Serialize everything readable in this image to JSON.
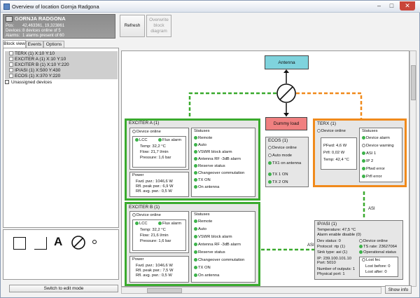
{
  "window": {
    "title": "Overview of location Gornja Radgona"
  },
  "location": {
    "name": "GORNJA RADGONA",
    "pos_label": "Pos:",
    "pos_value": "42,463361, 19,323861",
    "devices_label": "Devices:",
    "devices_value": "8 devices online of 5",
    "alarms_label": "Alarms:",
    "alarms_value": "1 alarms present of 60"
  },
  "toolbar": {
    "refresh": "Refresh",
    "overwrite": "Overwrite block diagram"
  },
  "tabs": [
    "Block view",
    "Events",
    "Options"
  ],
  "tree": {
    "items": [
      {
        "label": "TERX (1)",
        "pos": "X:10 Y:10"
      },
      {
        "label": "EXCITER A (1)",
        "pos": "X:10 Y:10"
      },
      {
        "label": "EXCITER B (1)",
        "pos": "X:10 Y:220"
      },
      {
        "label": "IP/ASI (1)",
        "pos": "X:500 Y:430"
      },
      {
        "label": "ECOS (1)",
        "pos": "X:370 Y:220"
      }
    ],
    "unassigned": "Unassigned devices"
  },
  "palette": {
    "text_tool": "A"
  },
  "edit_button": "Switch to edit mode",
  "show_info": "Show info",
  "diagram": {
    "antenna": "Antenna",
    "dummy_load": "Dummy load",
    "asi_label_1": "ASI",
    "asi_label_2": "ASI",
    "exciter_a": {
      "title": "EXCITER A (1)",
      "device_online": "Device online",
      "lcc": "LCC",
      "flux_alarm": "Flux alarm",
      "temp": "Temp: 32,2 °C",
      "flow": "Flow: 21,7 l/min",
      "pressure": "Pressure: 1,6 bar",
      "power_title": "Power",
      "fwd": "Fwd. pwr.: 1046,6 W",
      "rfl_peak": "Rfl. peak pwr.: 6,9 W",
      "rfl_avg": "Rfl. avg. pwr.: 0,5 W",
      "statuses_title": "Statuses",
      "statuses": [
        "Remote",
        "Auto",
        "VSWR block alarm",
        "Antenna RF -3dB alarm",
        "Reserve status",
        "Changeover commutation",
        "TX ON",
        "On antenna"
      ]
    },
    "exciter_b": {
      "title": "EXCITER B (1)",
      "device_online": "Device online",
      "lcc": "LCC",
      "flux_alarm": "Flux alarm",
      "temp": "Temp: 32,2 °C",
      "flow": "Flow: 21,6 l/min",
      "pressure": "Pressure: 1,6 bar",
      "power_title": "Power",
      "fwd": "Fwd. pwr.: 1046,6 W",
      "rfl_peak": "Rfl. peak pwr.: 7,5 W",
      "rfl_avg": "Rfl. avg. pwr.: 0,5 W",
      "statuses_title": "Statuses",
      "statuses": [
        "Remote",
        "Auto",
        "VSWR block alarm",
        "Antenna RF -3dB alarm",
        "Reserve status",
        "Changeover commutation",
        "TX ON",
        "On antenna"
      ]
    },
    "ecos": {
      "title": "ECOS (1)",
      "items": [
        "Device online",
        "Auto mode",
        "TX1 on antenna",
        "TX 1 ON",
        "TX 2 ON"
      ]
    },
    "terx": {
      "title": "TERX (1)",
      "device_online": "Device online",
      "pfwd": "PFwd: 4,6 W",
      "prfl": "Prfl: 0,02 W",
      "temp": "Temp: 42,4 °C",
      "statuses_title": "Statuses",
      "statuses": [
        "Device alarm",
        "Device warning",
        "ASI 1",
        "IP 2",
        "Pfwd error",
        "Prfl error"
      ]
    },
    "ipasi": {
      "title": "IP/ASI (1)",
      "temperature": "Temperature: 47,5 °C",
      "alarm_enable": "Alarm enable disable (0)",
      "dev_status": "Dev status: 0",
      "device_online": "Device online",
      "protocol": "Protocol: rtp (1)",
      "ts_rate": "TS rate: 23627064",
      "sink_type": "Sink type: asi (1)",
      "operational": "Operational status",
      "ip": "IP: 239.100.101.10",
      "port": "Port: 5010",
      "outputs": "Number of outputs: 1",
      "physical": "Physical port: 1",
      "lost_fec": "Lost fec",
      "lost_before": "Lost before: 0",
      "lost_after": "Lost after: 0"
    }
  },
  "colors": {
    "green": "#3aaa2e",
    "orange": "#f08a1c",
    "antenna": "#7fd3dd",
    "dummy": "#f08080"
  }
}
